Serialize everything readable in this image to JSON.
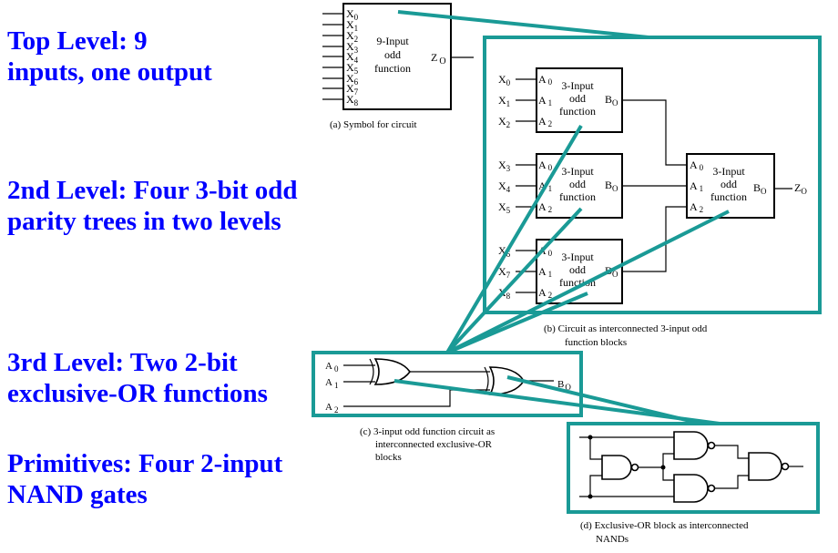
{
  "colors": {
    "heading_text": "#0000ff",
    "highlight_frame": "#1a9a96",
    "circuit_lines": "#000000",
    "background": "#ffffff"
  },
  "levels": [
    {
      "lines": [
        "Top Level: 9",
        "inputs, one output"
      ]
    },
    {
      "lines": [
        "2nd Level: Four 3-bit odd",
        "parity trees in two levels"
      ]
    },
    {
      "lines": [
        "3rd Level: Two 2-bit",
        "exclusive-OR functions"
      ]
    },
    {
      "lines": [
        "Primitives: Four 2-input",
        "NAND gates"
      ]
    }
  ],
  "panel_a": {
    "inputs": [
      {
        "base": "X",
        "sub": "0"
      },
      {
        "base": "X",
        "sub": "1"
      },
      {
        "base": "X",
        "sub": "2"
      },
      {
        "base": "X",
        "sub": "3"
      },
      {
        "base": "X",
        "sub": "4"
      },
      {
        "base": "X",
        "sub": "5"
      },
      {
        "base": "X",
        "sub": "6"
      },
      {
        "base": "X",
        "sub": "7"
      },
      {
        "base": "X",
        "sub": "8"
      }
    ],
    "block_label": [
      "9-Input",
      "odd",
      "function"
    ],
    "output": {
      "base": "Z",
      "sub": "O"
    },
    "caption": "(a) Symbol for circuit"
  },
  "panel_b": {
    "blocks": [
      {
        "inputs": [
          {
            "base": "X",
            "sub": "0"
          },
          {
            "base": "X",
            "sub": "1"
          },
          {
            "base": "X",
            "sub": "2"
          }
        ],
        "pins": [
          {
            "base": "A",
            "sub": "0"
          },
          {
            "base": "A",
            "sub": "1"
          },
          {
            "base": "A",
            "sub": "2"
          }
        ],
        "label": [
          "3-Input",
          "odd",
          "function"
        ],
        "output": {
          "base": "B",
          "sub": "O"
        }
      },
      {
        "inputs": [
          {
            "base": "X",
            "sub": "3"
          },
          {
            "base": "X",
            "sub": "4"
          },
          {
            "base": "X",
            "sub": "5"
          }
        ],
        "pins": [
          {
            "base": "A",
            "sub": "0"
          },
          {
            "base": "A",
            "sub": "1"
          },
          {
            "base": "A",
            "sub": "2"
          }
        ],
        "label": [
          "3-Input",
          "odd",
          "function"
        ],
        "output": {
          "base": "B",
          "sub": "O"
        }
      },
      {
        "inputs": [
          {
            "base": "X",
            "sub": "6"
          },
          {
            "base": "X",
            "sub": "7"
          },
          {
            "base": "X",
            "sub": "8"
          }
        ],
        "pins": [
          {
            "base": "A",
            "sub": "0"
          },
          {
            "base": "A",
            "sub": "1"
          },
          {
            "base": "A",
            "sub": "2"
          }
        ],
        "label": [
          "3-Input",
          "odd",
          "function"
        ],
        "output": {
          "base": "B",
          "sub": "O"
        }
      },
      {
        "inputs": [],
        "pins": [
          {
            "base": "A",
            "sub": "0"
          },
          {
            "base": "A",
            "sub": "1"
          },
          {
            "base": "A",
            "sub": "2"
          }
        ],
        "label": [
          "3-Input",
          "odd",
          "function"
        ],
        "output": {
          "base": "B",
          "sub": "O"
        }
      }
    ],
    "final_output": {
      "base": "Z",
      "sub": "O"
    },
    "caption": [
      "(b) Circuit as interconnected 3-input odd",
      "function blocks"
    ]
  },
  "panel_c": {
    "inputs": [
      {
        "base": "A",
        "sub": "0"
      },
      {
        "base": "A",
        "sub": "1"
      },
      {
        "base": "A",
        "sub": "2"
      }
    ],
    "output": {
      "base": "B",
      "sub": "O"
    },
    "caption": [
      "(c) 3-input odd function circuit as",
      "interconnected exclusive-OR",
      "blocks"
    ]
  },
  "panel_d": {
    "gate_count": 4,
    "caption": [
      "(d) Exclusive-OR block as interconnected",
      "NANDs"
    ]
  }
}
